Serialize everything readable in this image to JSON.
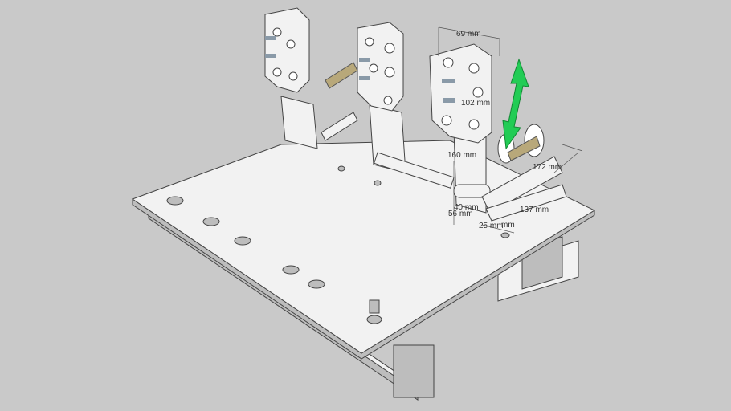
{
  "viewport": {
    "background": "#c9c9c9"
  },
  "model": {
    "arrow_color": "#22cc55",
    "dimensions": {
      "pedal_width": "69 mm",
      "pedal_height": "102 mm",
      "pivot_height": "160 mm",
      "spring_length": "172 mm",
      "base_offset_a": "40 mm",
      "base_offset_b": "56 mm",
      "bracket_width": "137 mm",
      "bracket_depth": "25 mm",
      "bracket_extra": "mm"
    }
  }
}
